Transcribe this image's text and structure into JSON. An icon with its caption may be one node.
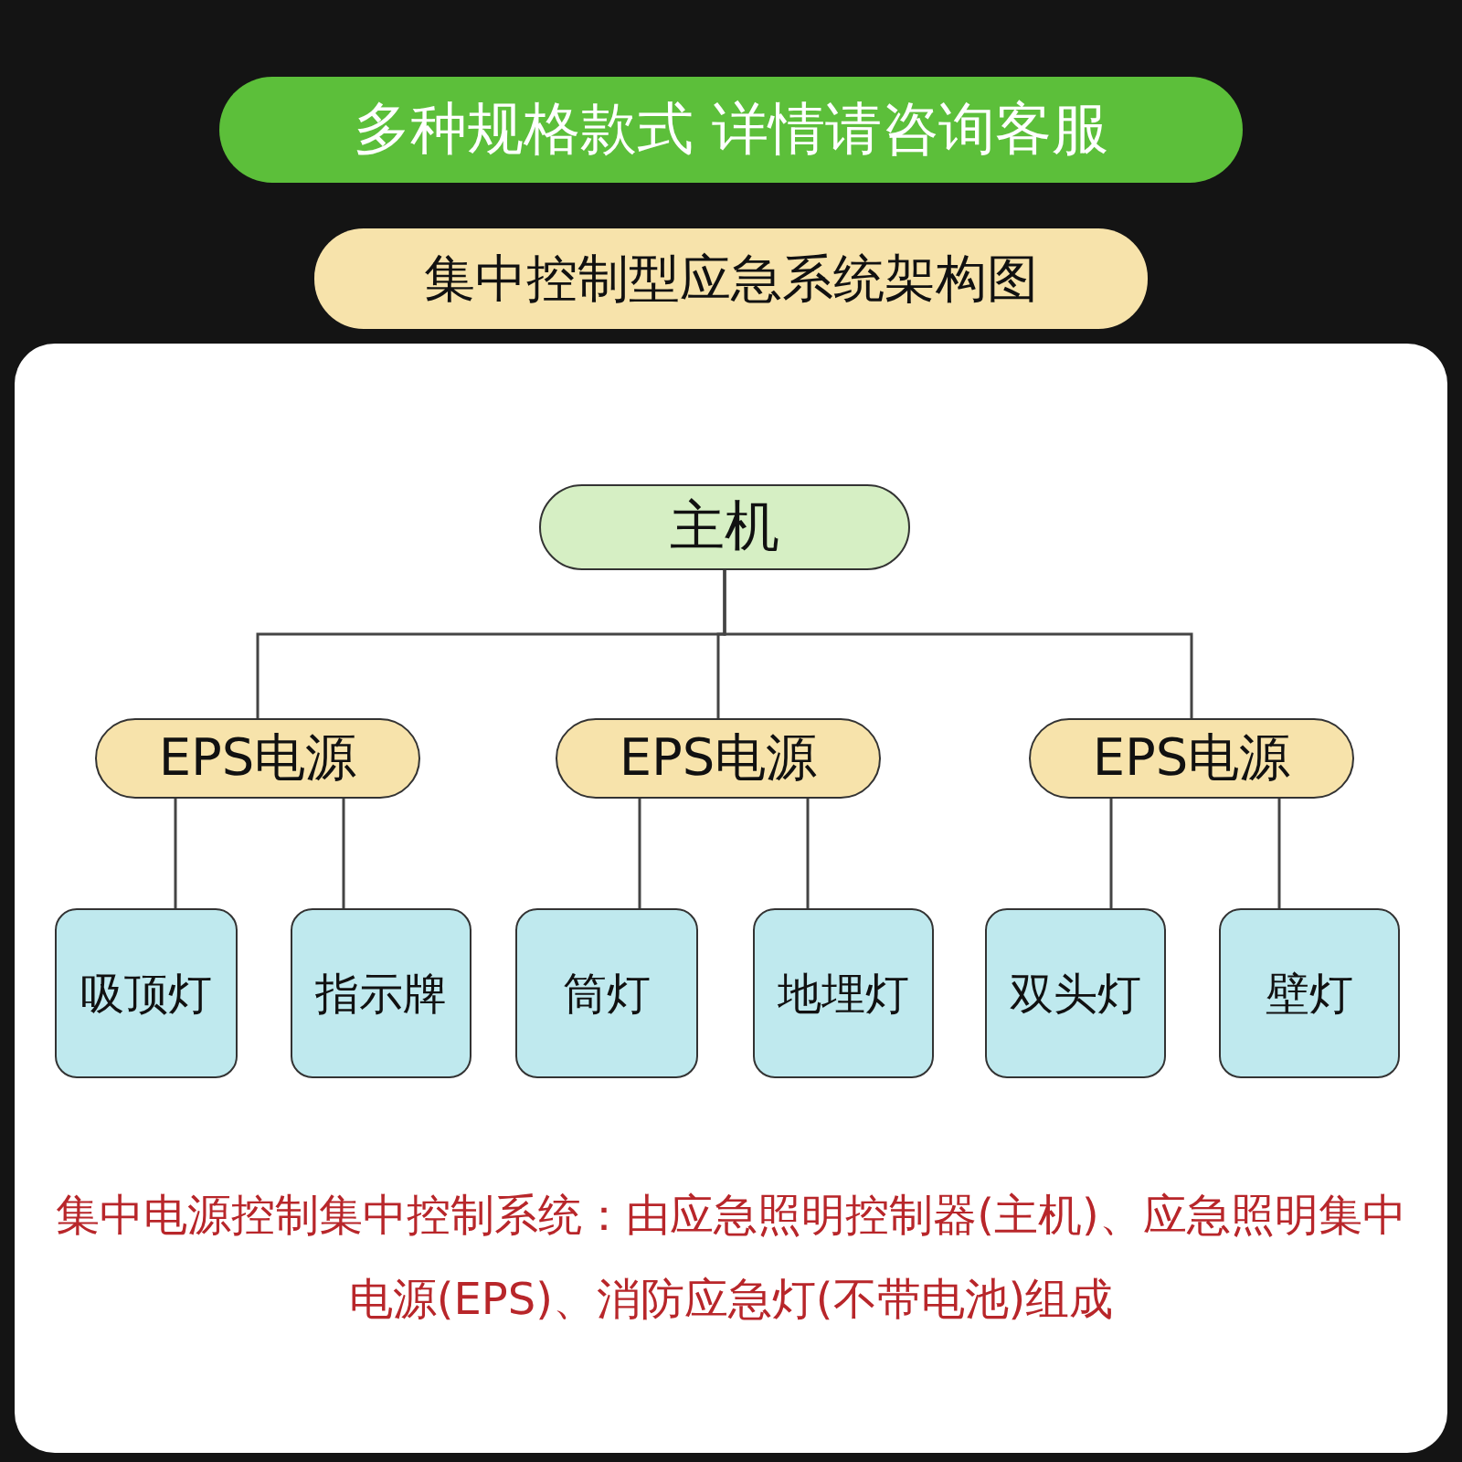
{
  "diagram": {
    "title": "集中控制型应急系统架构图",
    "caption": "集中电源控制集中控制系统：由应急照明控制器(主机)、应急照明集中电源(EPS)、消防应急灯(不带电池)组成",
    "labels": [
      "多种规格款式 详情请咨询客服"
    ],
    "nodes": [
      {
        "text": [
          "主机"
        ]
      },
      {
        "text": [
          "EPS电源"
        ]
      },
      {
        "text": [
          "EPS电源"
        ]
      },
      {
        "text": [
          "EPS电源"
        ]
      },
      {
        "text": [
          "吸顶灯"
        ]
      },
      {
        "text": [
          "指示牌"
        ]
      },
      {
        "text": [
          "筒灯"
        ]
      },
      {
        "text": [
          "地埋灯"
        ]
      },
      {
        "text": [
          "双头灯"
        ]
      },
      {
        "text": [
          "壁灯"
        ]
      }
    ],
    "edges": [
      {
        "from": 0,
        "to": 1,
        "arrow": "none"
      },
      {
        "from": 0,
        "to": 2,
        "arrow": "none"
      },
      {
        "from": 0,
        "to": 3,
        "arrow": "none"
      },
      {
        "from": 1,
        "to": 4,
        "arrow": "none"
      },
      {
        "from": 1,
        "to": 5,
        "arrow": "none"
      },
      {
        "from": 2,
        "to": 6,
        "arrow": "none"
      },
      {
        "from": 2,
        "to": 7,
        "arrow": "none"
      },
      {
        "from": 3,
        "to": 8,
        "arrow": "none"
      },
      {
        "from": 3,
        "to": 9,
        "arrow": "none"
      }
    ]
  }
}
